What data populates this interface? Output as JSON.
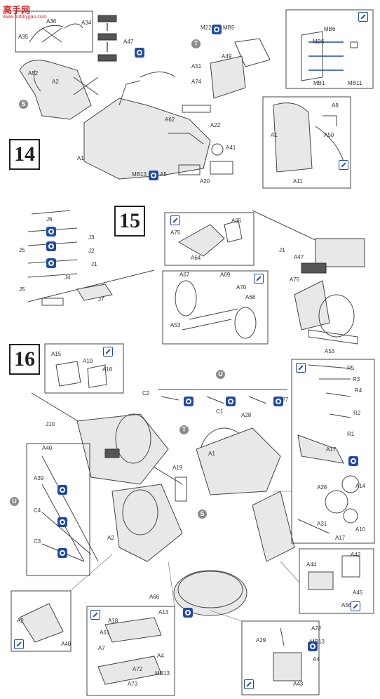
{
  "watermark": {
    "main": "高手网",
    "sub": "www.hobbygao.com"
  },
  "steps": [
    "14",
    "15",
    "16"
  ],
  "step14": {
    "labels": [
      "A34",
      "A36",
      "A35",
      "A47",
      "A52",
      "A2",
      "A51",
      "A74",
      "A62",
      "A22",
      "A41",
      "A1",
      "MB13",
      "A5",
      "A20",
      "M22",
      "MB5",
      "A49",
      "MB6",
      "MB6",
      "MB1",
      "MB11",
      "A8",
      "A50",
      "A1",
      "A11"
    ],
    "badge_s": "S",
    "badge_t": "T"
  },
  "step15": {
    "labels": [
      "J6",
      "J3",
      "J5",
      "J2",
      "J5",
      "J4",
      "J1",
      "J7",
      "A65",
      "A75",
      "A64",
      "A67",
      "A69",
      "A70",
      "A68",
      "A53",
      "A75",
      "A47",
      "J1",
      "A53"
    ]
  },
  "step16": {
    "labels": [
      "A15",
      "A19",
      "A16",
      "C2",
      "C1",
      "A28",
      "A27",
      "J10",
      "A40",
      "A39",
      "C4",
      "C3",
      "A1",
      "A19",
      "A2",
      "R5",
      "R3",
      "R4",
      "R2",
      "R1",
      "A17",
      "A26",
      "A14",
      "A31",
      "A10",
      "A17",
      "A66",
      "A44",
      "A42",
      "A45",
      "A56",
      "A2",
      "A40",
      "A13",
      "A18",
      "A61",
      "A7",
      "A72",
      "A4",
      "MB13",
      "A73",
      "A22",
      "A29",
      "MB13",
      "A4",
      "A43"
    ],
    "badge_u": "U",
    "badge_t": "T",
    "badge_s": "S"
  }
}
